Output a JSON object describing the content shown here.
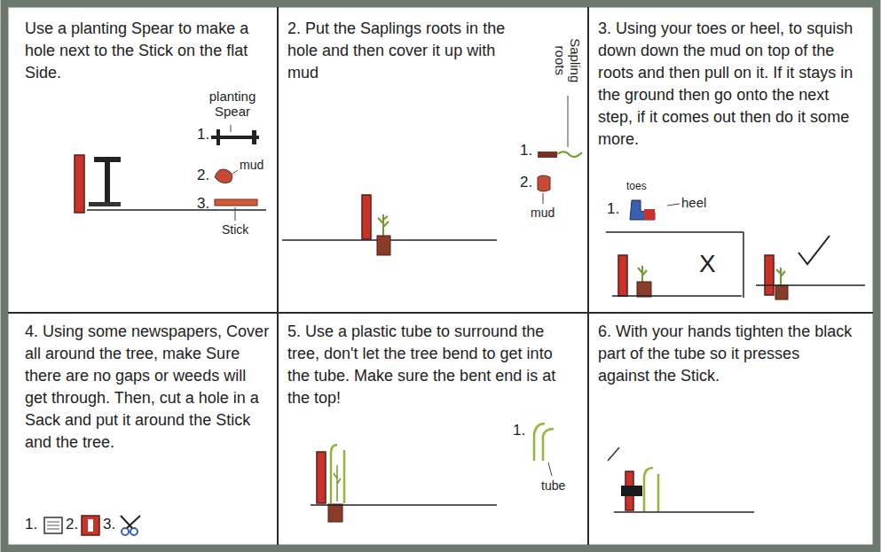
{
  "diagram": {
    "nodes": [
      {
        "text": [
          "Use a planting Spear to make a hole next to the Stick on the flat Side."
        ]
      },
      {
        "text": [
          "2. Put the Saplings roots in the hole and then cover it up with mud"
        ]
      },
      {
        "text": [
          "3. Using your toes or heel, to squish down down the mud on top of the roots and then pull on it. If it stays in the ground then go onto the next step, if it comes out then do it some more."
        ]
      },
      {
        "text": [
          "4. Using some newspapers, Cover all around the tree, make Sure there are no gaps or weeds will get through. Then, cut a hole in a Sack and put it around the Stick and the tree."
        ]
      },
      {
        "text": [
          "5. Use a plastic tube to surround the tree, don't let the tree bend to get into the tube. Make sure the bent end is at the top!"
        ]
      },
      {
        "text": [
          "6. With your hands tighten the black part of the tube so it presses against the Stick."
        ]
      }
    ],
    "labels": [
      "planting Spear",
      "1.",
      "2.",
      "mud",
      "3.",
      "Stick",
      "Sapling roots",
      "1.",
      "2.",
      "mud",
      "1.",
      "toes",
      "heel",
      "X",
      "1.",
      "2.",
      "3.",
      "1.",
      "tube"
    ]
  }
}
